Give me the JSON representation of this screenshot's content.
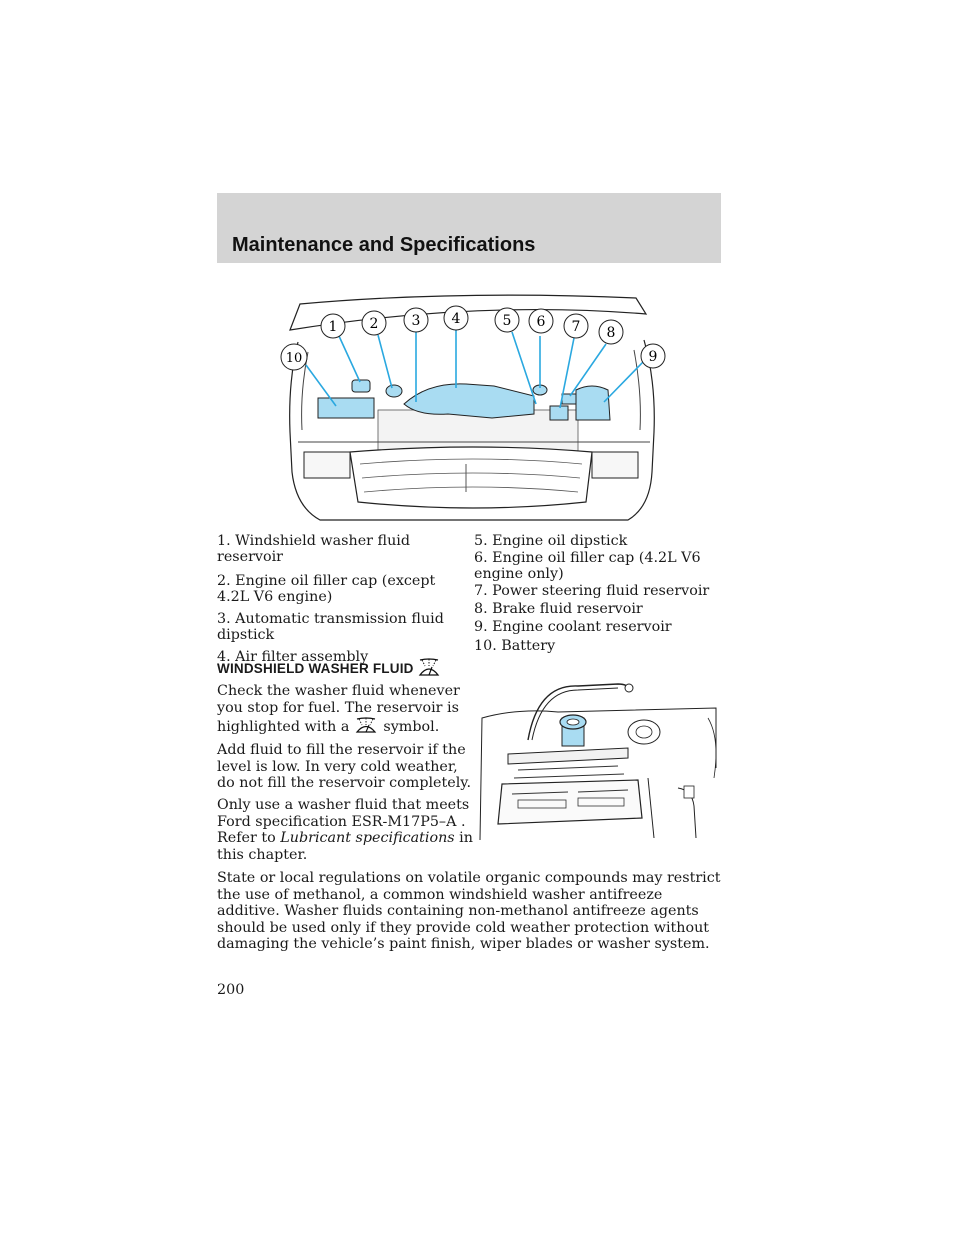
{
  "header": {
    "title": "Maintenance and Specifications"
  },
  "engine_diagram": {
    "callouts": [
      "1",
      "2",
      "3",
      "4",
      "5",
      "6",
      "7",
      "8",
      "9",
      "10"
    ]
  },
  "legend": {
    "left": [
      "1. Windshield washer fluid reservoir",
      "2. Engine oil filler cap (except 4.2L V6 engine)",
      "3. Automatic transmission fluid dipstick",
      "4. Air filter assembly"
    ],
    "right": [
      "5. Engine oil dipstick",
      "6. Engine oil filler cap (4.2L V6 engine only)",
      "7. Power steering fluid reservoir",
      "8. Brake fluid reservoir",
      "9. Engine coolant reservoir",
      "10. Battery"
    ]
  },
  "section": {
    "heading": "WINDSHIELD WASHER FLUID",
    "heading_icon": "windshield-washer-icon",
    "p1_before": "Check the washer fluid whenever you stop for fuel. The reservoir is highlighted with a",
    "p1_after": "symbol.",
    "p2": "Add fluid to fill the reservoir if the level is low. In very cold weather, do not fill the reservoir completely.",
    "p3_before": "Only use a washer fluid that meets Ford specification ESR-M17P5–A . Refer to",
    "p3_italic": "Lubricant specifications",
    "p3_after": "in this chapter.",
    "p4": "State or local regulations on volatile organic compounds may restrict the use of methanol, a common windshield washer antifreeze additive. Washer fluids containing non-methanol antifreeze agents should be used only if they provide cold weather protection without damaging the vehicle’s paint finish, wiper blades or washer system."
  },
  "page_number": "200",
  "colors": {
    "header_band": "#d4d4d4",
    "highlight": "#a9dcf2",
    "callout_line": "#2aa8e0"
  }
}
